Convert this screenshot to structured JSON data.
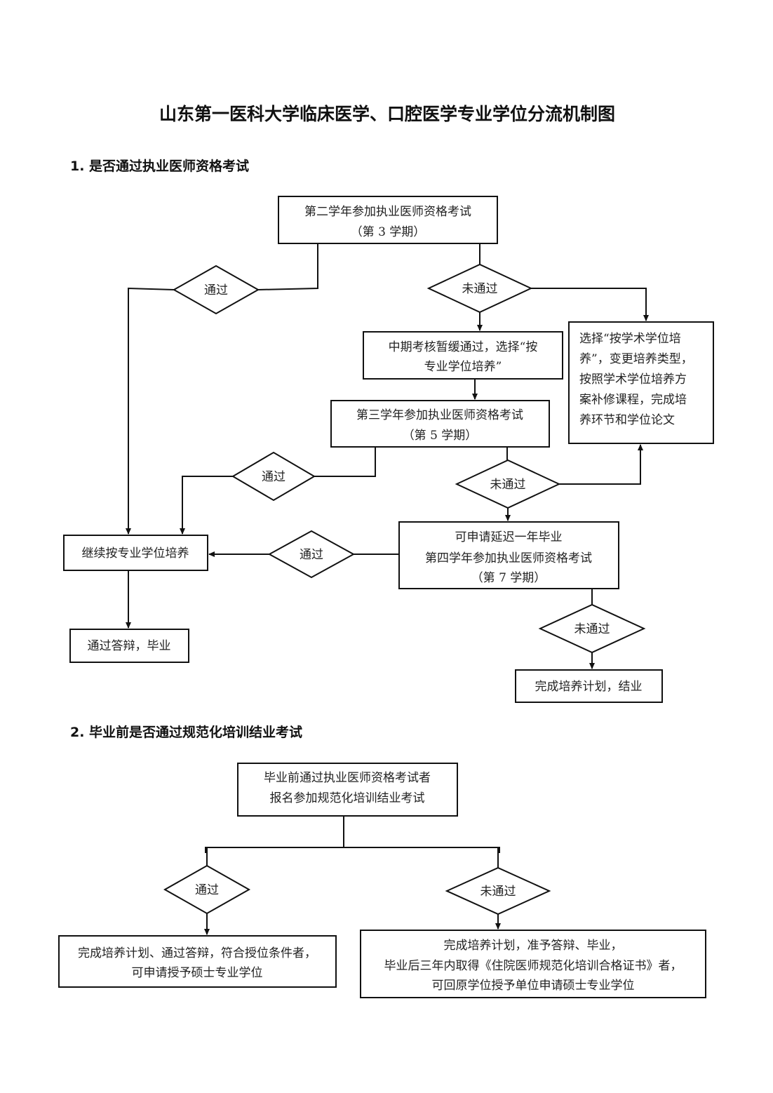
{
  "title": "山东第一医科大学临床医学、口腔医学专业学位分流机制图",
  "section1": {
    "heading": "1. 是否通过执业医师资格考试",
    "exam_year2": [
      "第二学年参加执业医师资格考试",
      "（第 3 学期）"
    ],
    "pass1": "通过",
    "fail1": "未通过",
    "midterm": [
      "中期考核暂缓通过，选择“按",
      "专业学位培养”"
    ],
    "academic": [
      "选择“按学术学位培",
      "养”，变更培养类型，",
      "按照学术学位培养方",
      "案补修课程，完成培",
      "养环节和学位论文"
    ],
    "exam_year3": [
      "第三学年参加执业医师资格考试",
      "（第 5 学期）"
    ],
    "pass2": "通过",
    "fail2": "未通过",
    "continue": "继续按专业学位培养",
    "exam_year4": [
      "可申请延迟一年毕业",
      "第四学年参加执业医师资格考试",
      "（第 7 学期）"
    ],
    "pass3": "通过",
    "graduate": "通过答辩，毕业",
    "fail3": "未通过",
    "complete": "完成培养计划，结业"
  },
  "section2": {
    "heading": "2. 毕业前是否通过规范化培训结业考试",
    "register": [
      "毕业前通过执业医师资格考试者",
      "报名参加规范化培训结业考试"
    ],
    "pass": "通过",
    "fail": "未通过",
    "pass_result": [
      "完成培养计划、通过答辩，符合授位条件者，",
      "可申请授予硕士专业学位"
    ],
    "fail_result": [
      "完成培养计划，准予答辩、毕业，",
      "毕业后三年内取得《住院医师规范化培训合格证书》者，",
      "可回原学位授予单位申请硕士专业学位"
    ]
  }
}
